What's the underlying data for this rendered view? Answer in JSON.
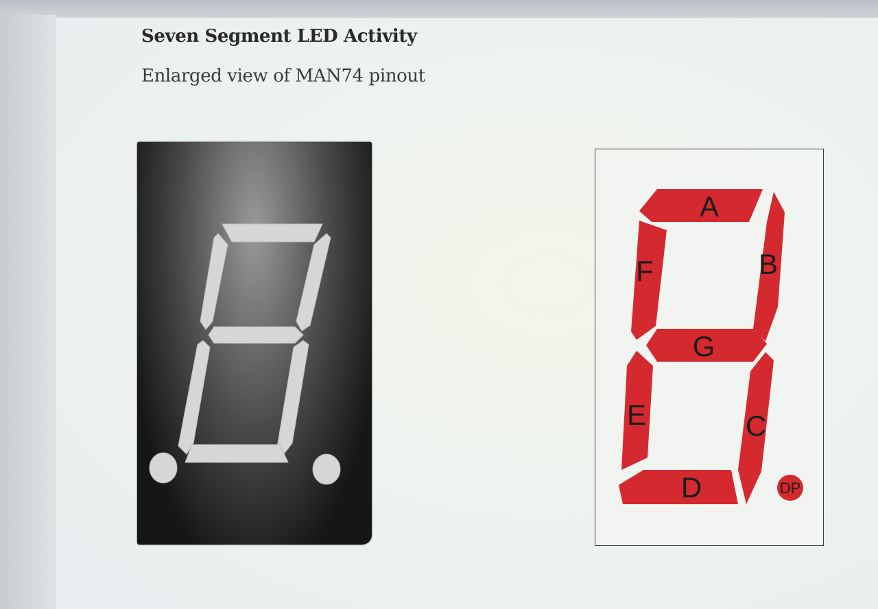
{
  "slide": {
    "title": "Seven Segment LED Activity",
    "subtitle": "Enlarged view of MAN74 pinout"
  },
  "diagram": {
    "segments": {
      "a": "A",
      "b": "B",
      "c": "C",
      "d": "D",
      "e": "E",
      "f": "F",
      "g": "G",
      "dp": "DP"
    }
  },
  "colors": {
    "segment_red": "#d42a2f",
    "led_off_segment": "#d4d4d4",
    "led_body": "#1a1a1a"
  }
}
